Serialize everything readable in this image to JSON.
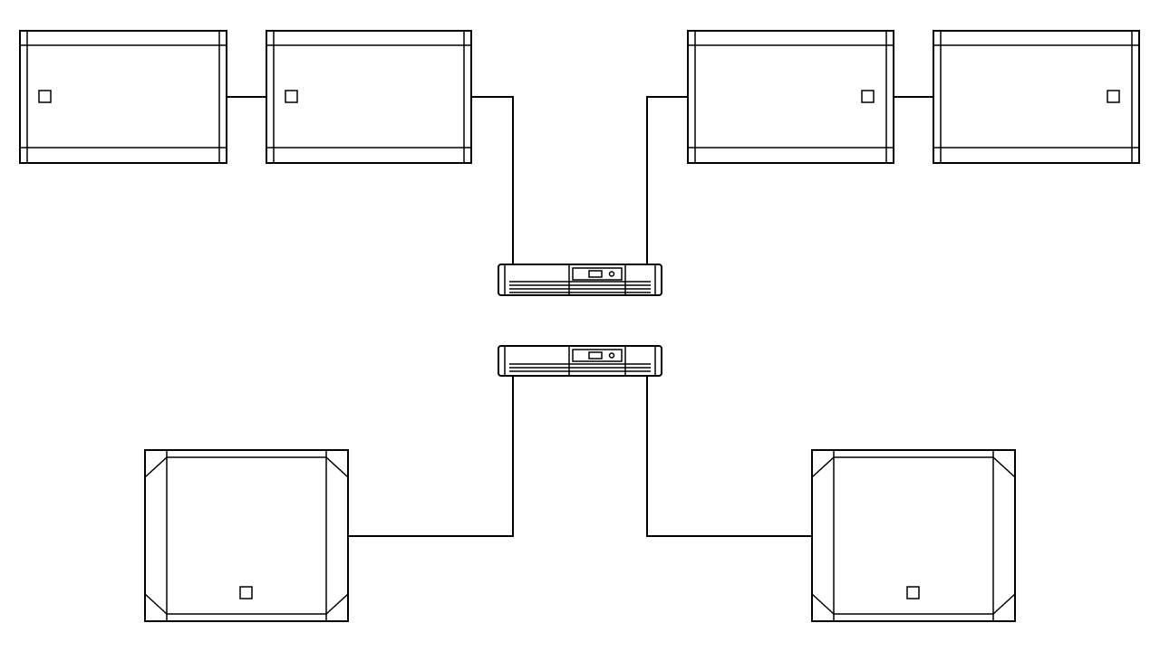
{
  "diagram": {
    "stroke_color": "#000000",
    "background_color": "#ffffff",
    "components": [
      {
        "id": "top-speaker-1",
        "kind": "satellite-speaker"
      },
      {
        "id": "top-speaker-2",
        "kind": "satellite-speaker"
      },
      {
        "id": "top-speaker-3",
        "kind": "satellite-speaker"
      },
      {
        "id": "top-speaker-4",
        "kind": "satellite-speaker"
      },
      {
        "id": "amplifier-upper",
        "kind": "rack-amplifier"
      },
      {
        "id": "amplifier-lower",
        "kind": "rack-amplifier"
      },
      {
        "id": "subwoofer-left",
        "kind": "subwoofer"
      },
      {
        "id": "subwoofer-right",
        "kind": "subwoofer"
      }
    ],
    "connections": [
      {
        "from": "top-speaker-1",
        "to": "top-speaker-2"
      },
      {
        "from": "top-speaker-2",
        "to": "amplifier-upper"
      },
      {
        "from": "top-speaker-3",
        "to": "amplifier-upper"
      },
      {
        "from": "top-speaker-3",
        "to": "top-speaker-4"
      },
      {
        "from": "amplifier-lower",
        "to": "subwoofer-left"
      },
      {
        "from": "amplifier-lower",
        "to": "subwoofer-right"
      }
    ]
  }
}
